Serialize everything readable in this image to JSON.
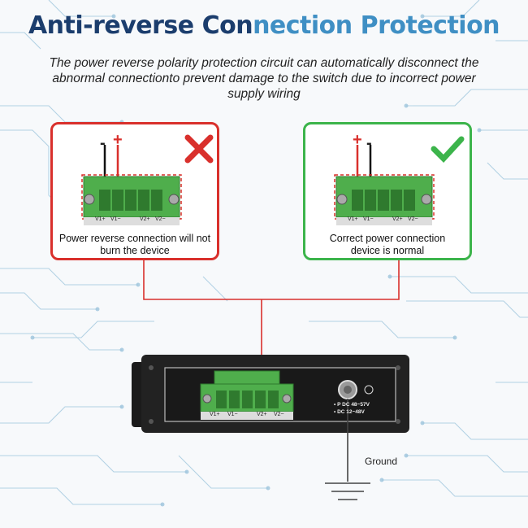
{
  "title": {
    "part1": "Anti-reverse Con",
    "part2": "nection Protection"
  },
  "subtitle": "The power reverse polarity protection circuit can automatically disconnect the abnormal connectionto prevent damage to the switch due to incorrect power supply wiring",
  "left_card": {
    "caption_line1": "Power reverse connection will not",
    "caption_line2": "burn the device",
    "sign_left": "-",
    "sign_right": "+",
    "status_icon": "red-x-icon"
  },
  "right_card": {
    "caption_line1": "Correct power connection",
    "caption_line2": "device is normal",
    "sign_left": "+",
    "sign_right": "-",
    "status_icon": "green-check-icon"
  },
  "terminal_labels": {
    "v1p": "V1+",
    "v1m": "V1−",
    "v2p": "V2+",
    "v2m": "V2−"
  },
  "device": {
    "label_p": "• P",
    "label_p_rest": "DC 48~57V",
    "label_dc": "• DC 12~48V"
  },
  "ground_label": "Ground",
  "colors": {
    "wire_red": "#d9302c",
    "wrong": "#d9302c",
    "correct": "#3cb44b",
    "terminal_green": "#4fae4c",
    "title_dark": "#1b3d6d",
    "title_light": "#3f8fc4"
  }
}
